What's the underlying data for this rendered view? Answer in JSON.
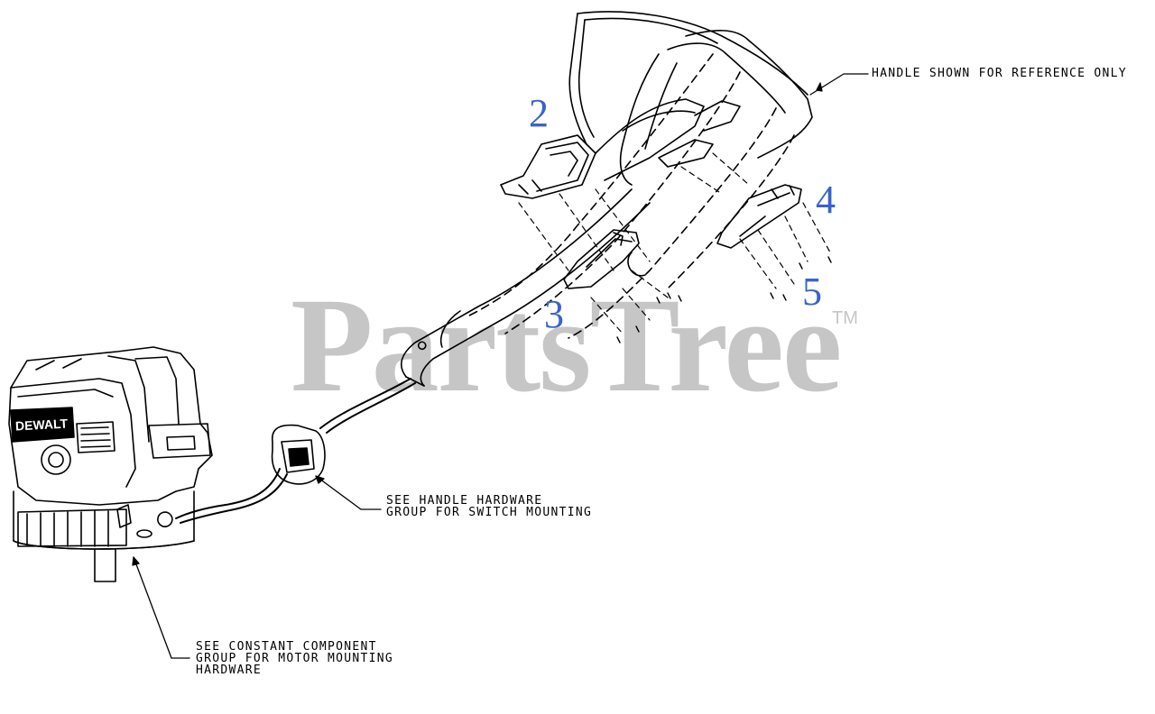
{
  "watermark": {
    "text": "PartsTree",
    "tm": "TM"
  },
  "brand_logo": "DEWALT",
  "callouts": {
    "handle_reference": "HANDLE SHOWN FOR REFERENCE ONLY",
    "switch_line1": "SEE HANDLE HARDWARE",
    "switch_line2": "GROUP FOR SWITCH MOUNTING",
    "motor_line1": "SEE CONSTANT COMPONENT",
    "motor_line2": "GROUP FOR MOTOR MOUNTING",
    "motor_line3": "HARDWARE"
  },
  "part_numbers": [
    "2",
    "3",
    "4",
    "5"
  ],
  "colors": {
    "part_number": "#3a63c9",
    "watermark": "#c6c6c6",
    "lines": "#000000"
  }
}
